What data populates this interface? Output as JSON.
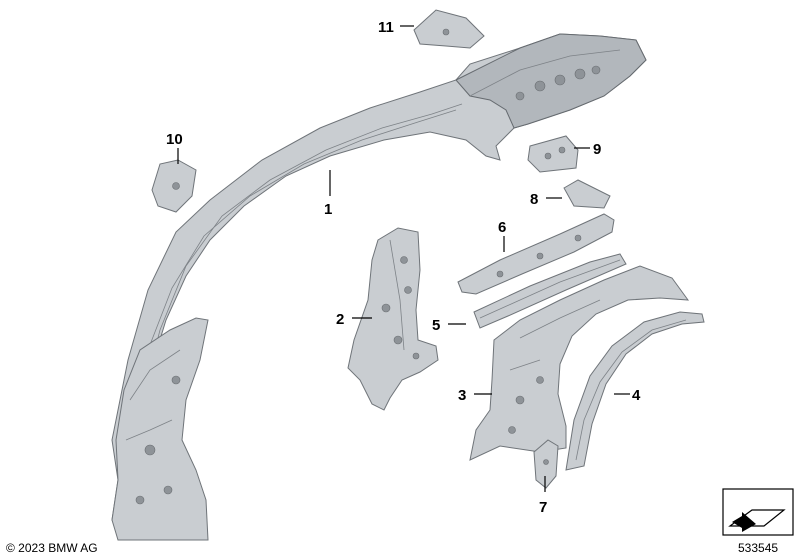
{
  "callouts": {
    "c1": "1",
    "c2": "2",
    "c3": "3",
    "c4": "4",
    "c5": "5",
    "c6": "6",
    "c7": "7",
    "c8": "8",
    "c9": "9",
    "c10": "10",
    "c11": "11"
  },
  "footer": {
    "copyright": "© 2023 BMW AG",
    "diagram_id": "533545"
  },
  "colors": {
    "part_fill": "#c9cdd1",
    "part_outline": "#6f7479",
    "background": "#ffffff"
  },
  "icons": {
    "view_orientation": "view-orientation-icon"
  }
}
